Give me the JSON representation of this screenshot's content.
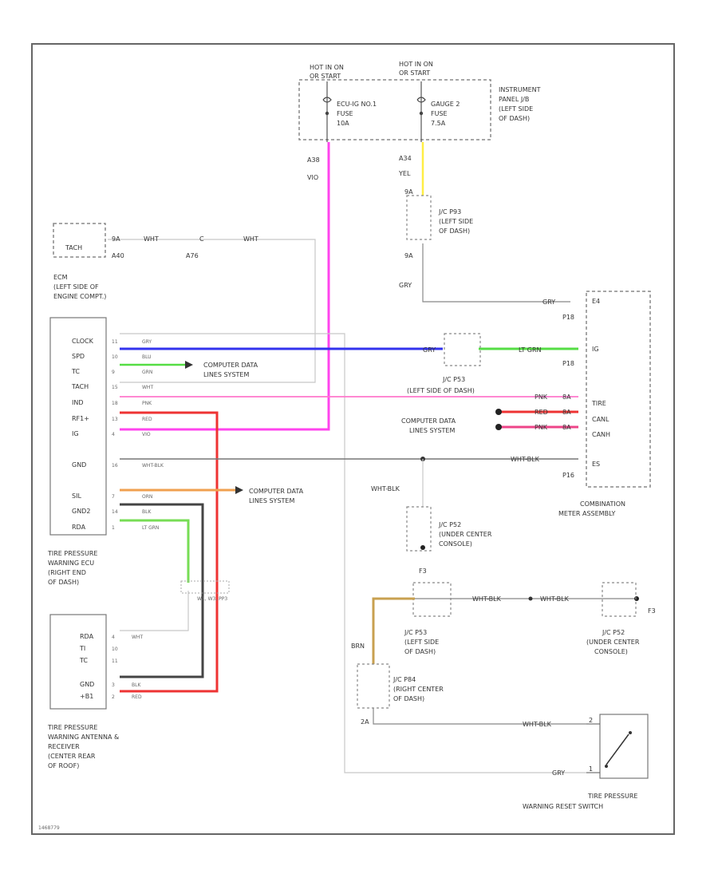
{
  "colors": {
    "wire_gray": "#8a8a8a",
    "wire_light": "#c8c8c8",
    "pink": "#ff66cc",
    "magenta": "#ff44ee",
    "blue": "#3333ee",
    "green": "#55dd44",
    "red": "#ee3333",
    "orange": "#f0a050",
    "black": "#444444",
    "yellow": "#ffee44",
    "tan": "#c8a050",
    "light_green": "#77dd55",
    "dash": "#888888"
  },
  "fuse_box": {
    "hot1": [
      "HOT IN ON",
      "OR START"
    ],
    "hot2": [
      "HOT IN ON",
      "OR START"
    ],
    "fuse1": [
      "ECU-IG NO.1",
      "FUSE",
      "10A"
    ],
    "fuse2": [
      "GAUGE 2",
      "FUSE",
      "7.5A"
    ],
    "panel_label": [
      "INSTRUMENT",
      "PANEL J/B",
      "(LEFT SIDE",
      "OF DASH)"
    ],
    "conn1": "A38",
    "wire1": "VIO",
    "conn2": "A34",
    "wire2": "YEL"
  },
  "jc_p93": {
    "pin_top": "9A",
    "label": [
      "J/C P93",
      "(LEFT SIDE",
      "OF DASH)"
    ],
    "pin_bot": "9A",
    "wire": "GRY"
  },
  "ecm": {
    "box_label": "TACH",
    "pin1": "9A",
    "pin2": "A40",
    "wire1": "WHT",
    "conn": "C",
    "conn_label": "A76",
    "wire2": "WHT",
    "title": [
      "ECM",
      "(LEFT SIDE OF",
      "ENGINE COMPT.)"
    ]
  },
  "tpms_ecu": {
    "pins": [
      "CLOCK",
      "SPD",
      "TC",
      "TACH",
      "IND",
      "RF1+",
      "IG",
      "GND",
      "SIL",
      "GND2",
      "RDA"
    ],
    "pin_nums": [
      "11",
      "10",
      "9",
      "15",
      "18",
      "13",
      "4",
      "16",
      "7",
      "14",
      "1"
    ],
    "wires": [
      "GRY",
      "BLU",
      "GRN",
      "WHT",
      "PNK",
      "RED",
      "VIO",
      "WHT-BLK",
      "ORN",
      "BLK",
      "LT GRN"
    ],
    "title": [
      "TIRE PRESSURE",
      "WARNING ECU",
      "(RIGHT END",
      "OF DASH)"
    ]
  },
  "computer_data": {
    "label1": [
      "COMPUTER DATA",
      "LINES SYSTEM"
    ],
    "label2": [
      "COMPUTER DATA",
      "LINES SYSTEM"
    ],
    "label3": [
      "COMPUTER DATA",
      "LINES SYSTEM"
    ]
  },
  "jc_p53": {
    "wire_in": "GRY",
    "wire_out": "LT GRN",
    "label": [
      "J/C P53",
      "(LEFT SIDE OF DASH)"
    ]
  },
  "combo_meter": {
    "pin_top": "E4",
    "wire_top": "GRY",
    "conn_top": "P18",
    "pin_ig": "IG",
    "conn_ig": "P18",
    "pins": [
      "TIRE",
      "CANL",
      "CANH",
      "ES"
    ],
    "wires_right": [
      "PNK",
      "RED",
      "PNK"
    ],
    "pin_nums_right": [
      "8A",
      "8A",
      "8A"
    ],
    "gnd_wire": "WHT-BLK",
    "conn_bot": "P16",
    "title": [
      "COMBINATION",
      "METER ASSEMBLY"
    ]
  },
  "jc_p52": {
    "wire": "WHT-BLK",
    "label": [
      "J/C P52",
      "(UNDER CENTER",
      "CONSOLE)"
    ]
  },
  "bottom_junctions": {
    "conn_f": "F3",
    "jc_p53_label": [
      "J/C P53",
      "(LEFT SIDE",
      "OF DASH)"
    ],
    "wire_mid": "WHT-BLK",
    "wire_mid2": "WHT-BLK",
    "jc_p52_label": [
      "J/C P52",
      "(UNDER CENTER",
      "CONSOLE)"
    ],
    "conn_f2": "F3",
    "wire_brn": "BRN",
    "jc_p84_label": [
      "J/C P84",
      "(RIGHT CENTER",
      "OF DASH)"
    ],
    "pin_bot": "2A",
    "wire_to_switch": "WHT-BLK"
  },
  "mid_connector": {
    "label": "W1, W3, PP3"
  },
  "antenna": {
    "pins": [
      "RDA",
      "TI",
      "TC",
      "GND",
      "+B1"
    ],
    "pin_nums": [
      "4",
      "10",
      "11",
      "3",
      "2"
    ],
    "wires": [
      "WHT",
      "",
      "",
      "BLK",
      "RED"
    ],
    "title": [
      "TIRE PRESSURE",
      "WARNING ANTENNA &",
      "RECEIVER",
      "(CENTER REAR",
      "OF ROOF)"
    ]
  },
  "reset_switch": {
    "wire_top": "WHT-BLK",
    "wire_bot": "GRY",
    "pin_top": "2",
    "pin_bot": "1",
    "title": [
      "TIRE PRESSURE",
      "WARNING RESET SWITCH"
    ]
  },
  "footer_code": "1468779"
}
